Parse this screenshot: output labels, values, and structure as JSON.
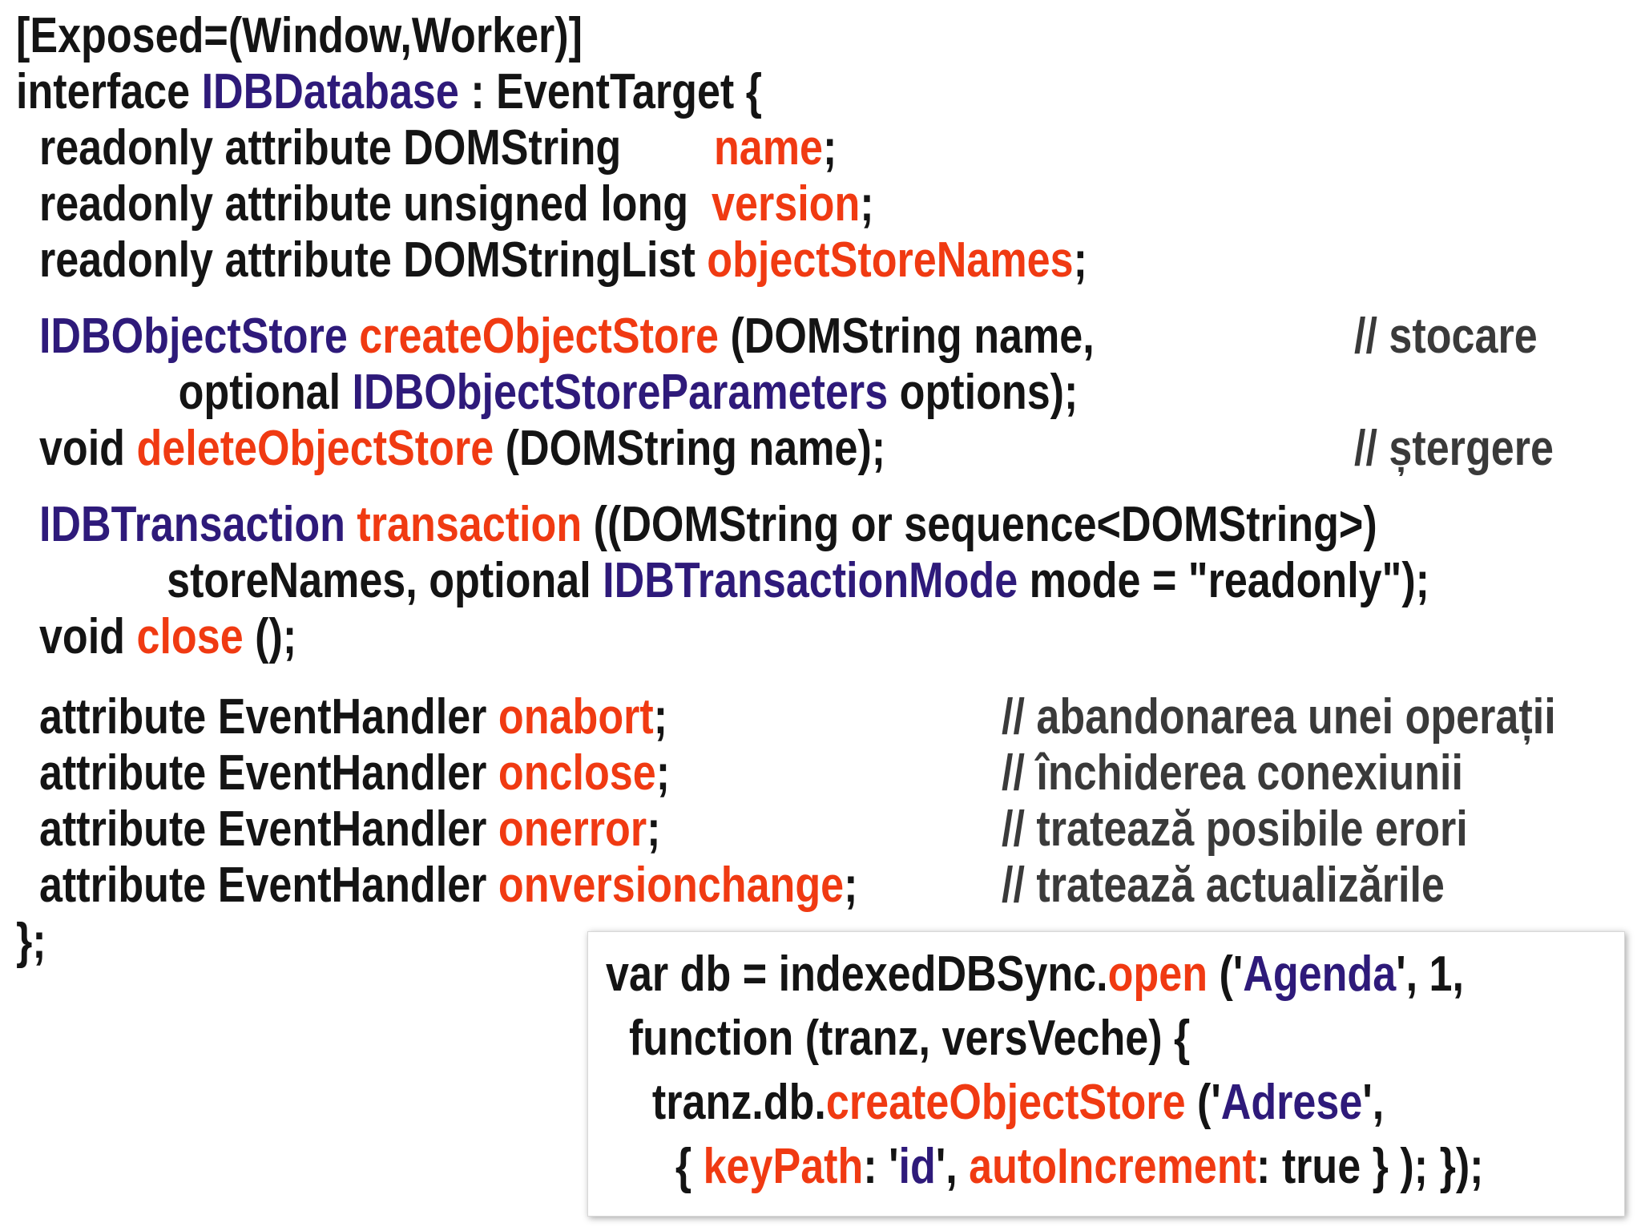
{
  "colors": {
    "text": "#141414",
    "type": "#2e1a7a",
    "member": "#f03a12",
    "comment": "#3a3a3a"
  },
  "idl": [
    [
      {
        "t": "[Exposed=(Window,Worker)]",
        "c": "text"
      }
    ],
    [
      {
        "t": "interface ",
        "c": "text"
      },
      {
        "t": "IDBDatabase",
        "c": "type"
      },
      {
        "t": " : EventTarget {",
        "c": "text"
      }
    ],
    [
      {
        "t": "  readonly attribute DOMString        ",
        "c": "text"
      },
      {
        "t": "name",
        "c": "member"
      },
      {
        "t": ";",
        "c": "text"
      }
    ],
    [
      {
        "t": "  readonly attribute unsigned long  ",
        "c": "text"
      },
      {
        "t": "version",
        "c": "member"
      },
      {
        "t": ";",
        "c": "text"
      }
    ],
    [
      {
        "t": "  readonly attribute DOMStringList ",
        "c": "text"
      },
      {
        "t": "objectStoreNames",
        "c": "member"
      },
      {
        "t": ";",
        "c": "text"
      }
    ],
    [
      {
        "t": "  ",
        "c": "text"
      },
      {
        "t": "IDBObjectStore",
        "c": "type"
      },
      {
        "t": " ",
        "c": "text"
      },
      {
        "t": "createObjectStore",
        "c": "member"
      },
      {
        "t": " (DOMString name,",
        "c": "text"
      }
    ],
    [
      {
        "t": "              optional ",
        "c": "text"
      },
      {
        "t": "IDBObjectStoreParameters",
        "c": "type"
      },
      {
        "t": " options);",
        "c": "text"
      }
    ],
    [
      {
        "t": "  void ",
        "c": "text"
      },
      {
        "t": "deleteObjectStore",
        "c": "member"
      },
      {
        "t": " (DOMString name);",
        "c": "text"
      }
    ],
    [
      {
        "t": "  ",
        "c": "text"
      },
      {
        "t": "IDBTransaction",
        "c": "type"
      },
      {
        "t": " ",
        "c": "text"
      },
      {
        "t": "transaction",
        "c": "member"
      },
      {
        "t": " ((DOMString or sequence<DOMString>)",
        "c": "text"
      }
    ],
    [
      {
        "t": "             storeNames, optional ",
        "c": "text"
      },
      {
        "t": "IDBTransactionMode",
        "c": "type"
      },
      {
        "t": " mode = \"readonly\");",
        "c": "text"
      }
    ],
    [
      {
        "t": "  void ",
        "c": "text"
      },
      {
        "t": "close",
        "c": "member"
      },
      {
        "t": " ();",
        "c": "text"
      }
    ],
    [
      {
        "t": "  attribute EventHandler ",
        "c": "text"
      },
      {
        "t": "onabort",
        "c": "member"
      },
      {
        "t": ";",
        "c": "text"
      }
    ],
    [
      {
        "t": "  attribute EventHandler ",
        "c": "text"
      },
      {
        "t": "onclose",
        "c": "member"
      },
      {
        "t": ";",
        "c": "text"
      }
    ],
    [
      {
        "t": "  attribute EventHandler ",
        "c": "text"
      },
      {
        "t": "onerror",
        "c": "member"
      },
      {
        "t": ";",
        "c": "text"
      }
    ],
    [
      {
        "t": "  attribute EventHandler ",
        "c": "text"
      },
      {
        "t": "onversionchange",
        "c": "member"
      },
      {
        "t": ";",
        "c": "text"
      }
    ],
    [
      {
        "t": "};",
        "c": "text"
      }
    ]
  ],
  "comments": [
    "// stocare",
    "// ștergere",
    "// abandonarea unei operații",
    "// închiderea conexiunii",
    "// tratează posibile erori",
    "// tratează actualizările"
  ],
  "example": [
    [
      {
        "t": "var db = indexedDBSync.",
        "c": "text"
      },
      {
        "t": "open",
        "c": "member"
      },
      {
        "t": " ('",
        "c": "text"
      },
      {
        "t": "Agenda",
        "c": "type"
      },
      {
        "t": "', 1,",
        "c": "text"
      }
    ],
    [
      {
        "t": "  function (tranz, versVeche) {",
        "c": "text"
      }
    ],
    [
      {
        "t": "    tranz.db.",
        "c": "text"
      },
      {
        "t": "createObjectStore",
        "c": "member"
      },
      {
        "t": " ('",
        "c": "text"
      },
      {
        "t": "Adrese",
        "c": "type"
      },
      {
        "t": "',",
        "c": "text"
      }
    ],
    [
      {
        "t": "      { ",
        "c": "text"
      },
      {
        "t": "keyPath",
        "c": "member"
      },
      {
        "t": ": '",
        "c": "text"
      },
      {
        "t": "id",
        "c": "type"
      },
      {
        "t": "', ",
        "c": "text"
      },
      {
        "t": "autoIncrement",
        "c": "member"
      },
      {
        "t": ": true } ); });",
        "c": "text"
      }
    ]
  ]
}
